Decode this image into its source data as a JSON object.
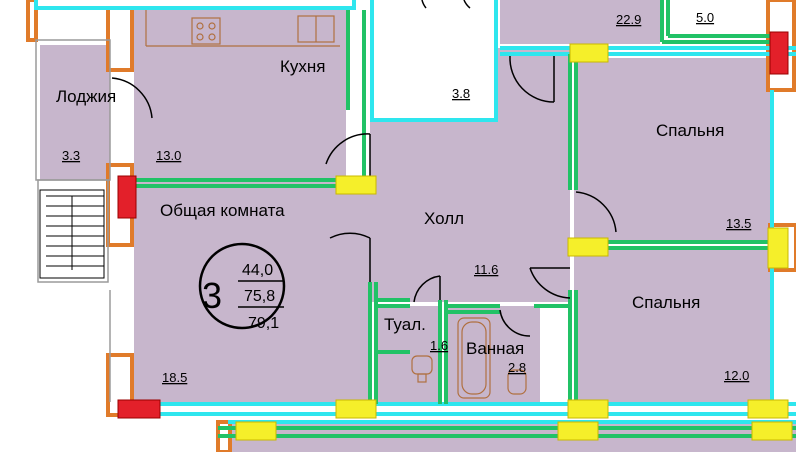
{
  "colors": {
    "room_fill": "#c7b6cc",
    "wall_green": "#21c266",
    "wall_cyan": "#2ee6ee",
    "wall_orange": "#e07b2a",
    "marker_yellow": "#f5ef2a",
    "marker_red": "#e3202a",
    "balcony_fill": "#ffffff"
  },
  "rooms": {
    "kitchen": {
      "name": "Кухня"
    },
    "loggia": {
      "name": "Лоджия",
      "area": "3.3"
    },
    "living": {
      "name": "Общая комната",
      "area_top": "13.0",
      "area_bottom": "18.5"
    },
    "hall": {
      "name": "Холл",
      "area": "11.6"
    },
    "bedroom1": {
      "name": "Спальня",
      "area": "13.5"
    },
    "bedroom2": {
      "name": "Спальня",
      "area": "12.0"
    },
    "toilet": {
      "name": "Туал.",
      "area": "1.6"
    },
    "bath": {
      "name": "Ванная",
      "area": "2.8"
    },
    "closet": {
      "area": "3.8"
    },
    "neighbor_left": {
      "area": "22.9"
    },
    "neighbor_right": {
      "area": "5.0"
    }
  },
  "summary": {
    "rooms_count": "3",
    "living_area": "44,0",
    "total_area": "75,8",
    "full_area": "79,1"
  }
}
